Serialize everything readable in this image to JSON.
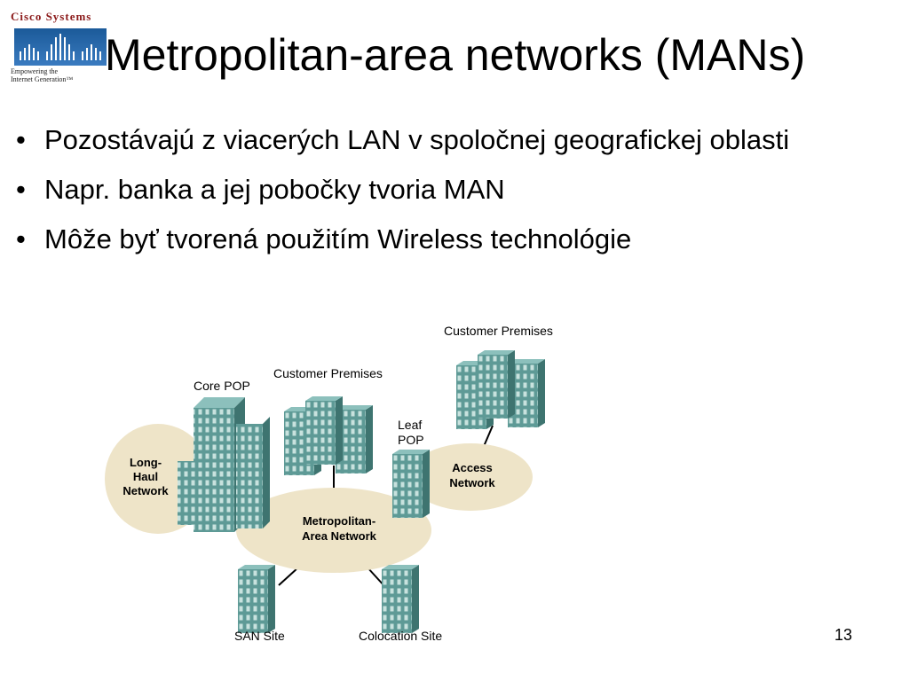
{
  "logo": {
    "brand": "Cisco Systems",
    "tagline_line1": "Empowering the",
    "tagline_line2": "Internet Generation™"
  },
  "title": "Metropolitan-area networks (MANs)",
  "bullets": [
    "Pozostávajú z viacerých LAN v spoločnej geografickej oblasti",
    "Napr. banka a jej pobočky tvoria MAN",
    "Môže byť tvorená použitím Wireless technológie"
  ],
  "diagram": {
    "long_haul": [
      "Long-",
      "Haul",
      "Network"
    ],
    "core_pop": "Core POP",
    "customer_premises_1": "Customer Premises",
    "customer_premises_2": "Customer Premises",
    "leaf_pop": [
      "Leaf",
      "POP"
    ],
    "access": [
      "Access",
      "Network"
    ],
    "man": [
      "Metropolitan-",
      "Area Network"
    ],
    "san_site": "SAN Site",
    "colocation_site": "Colocation Site"
  },
  "colors": {
    "ellipse_fill": "#eee4c8",
    "building_fill": "#5e9a96",
    "building_shade": "#3e7470",
    "window": "#c8e2de"
  },
  "slide_number": "13"
}
